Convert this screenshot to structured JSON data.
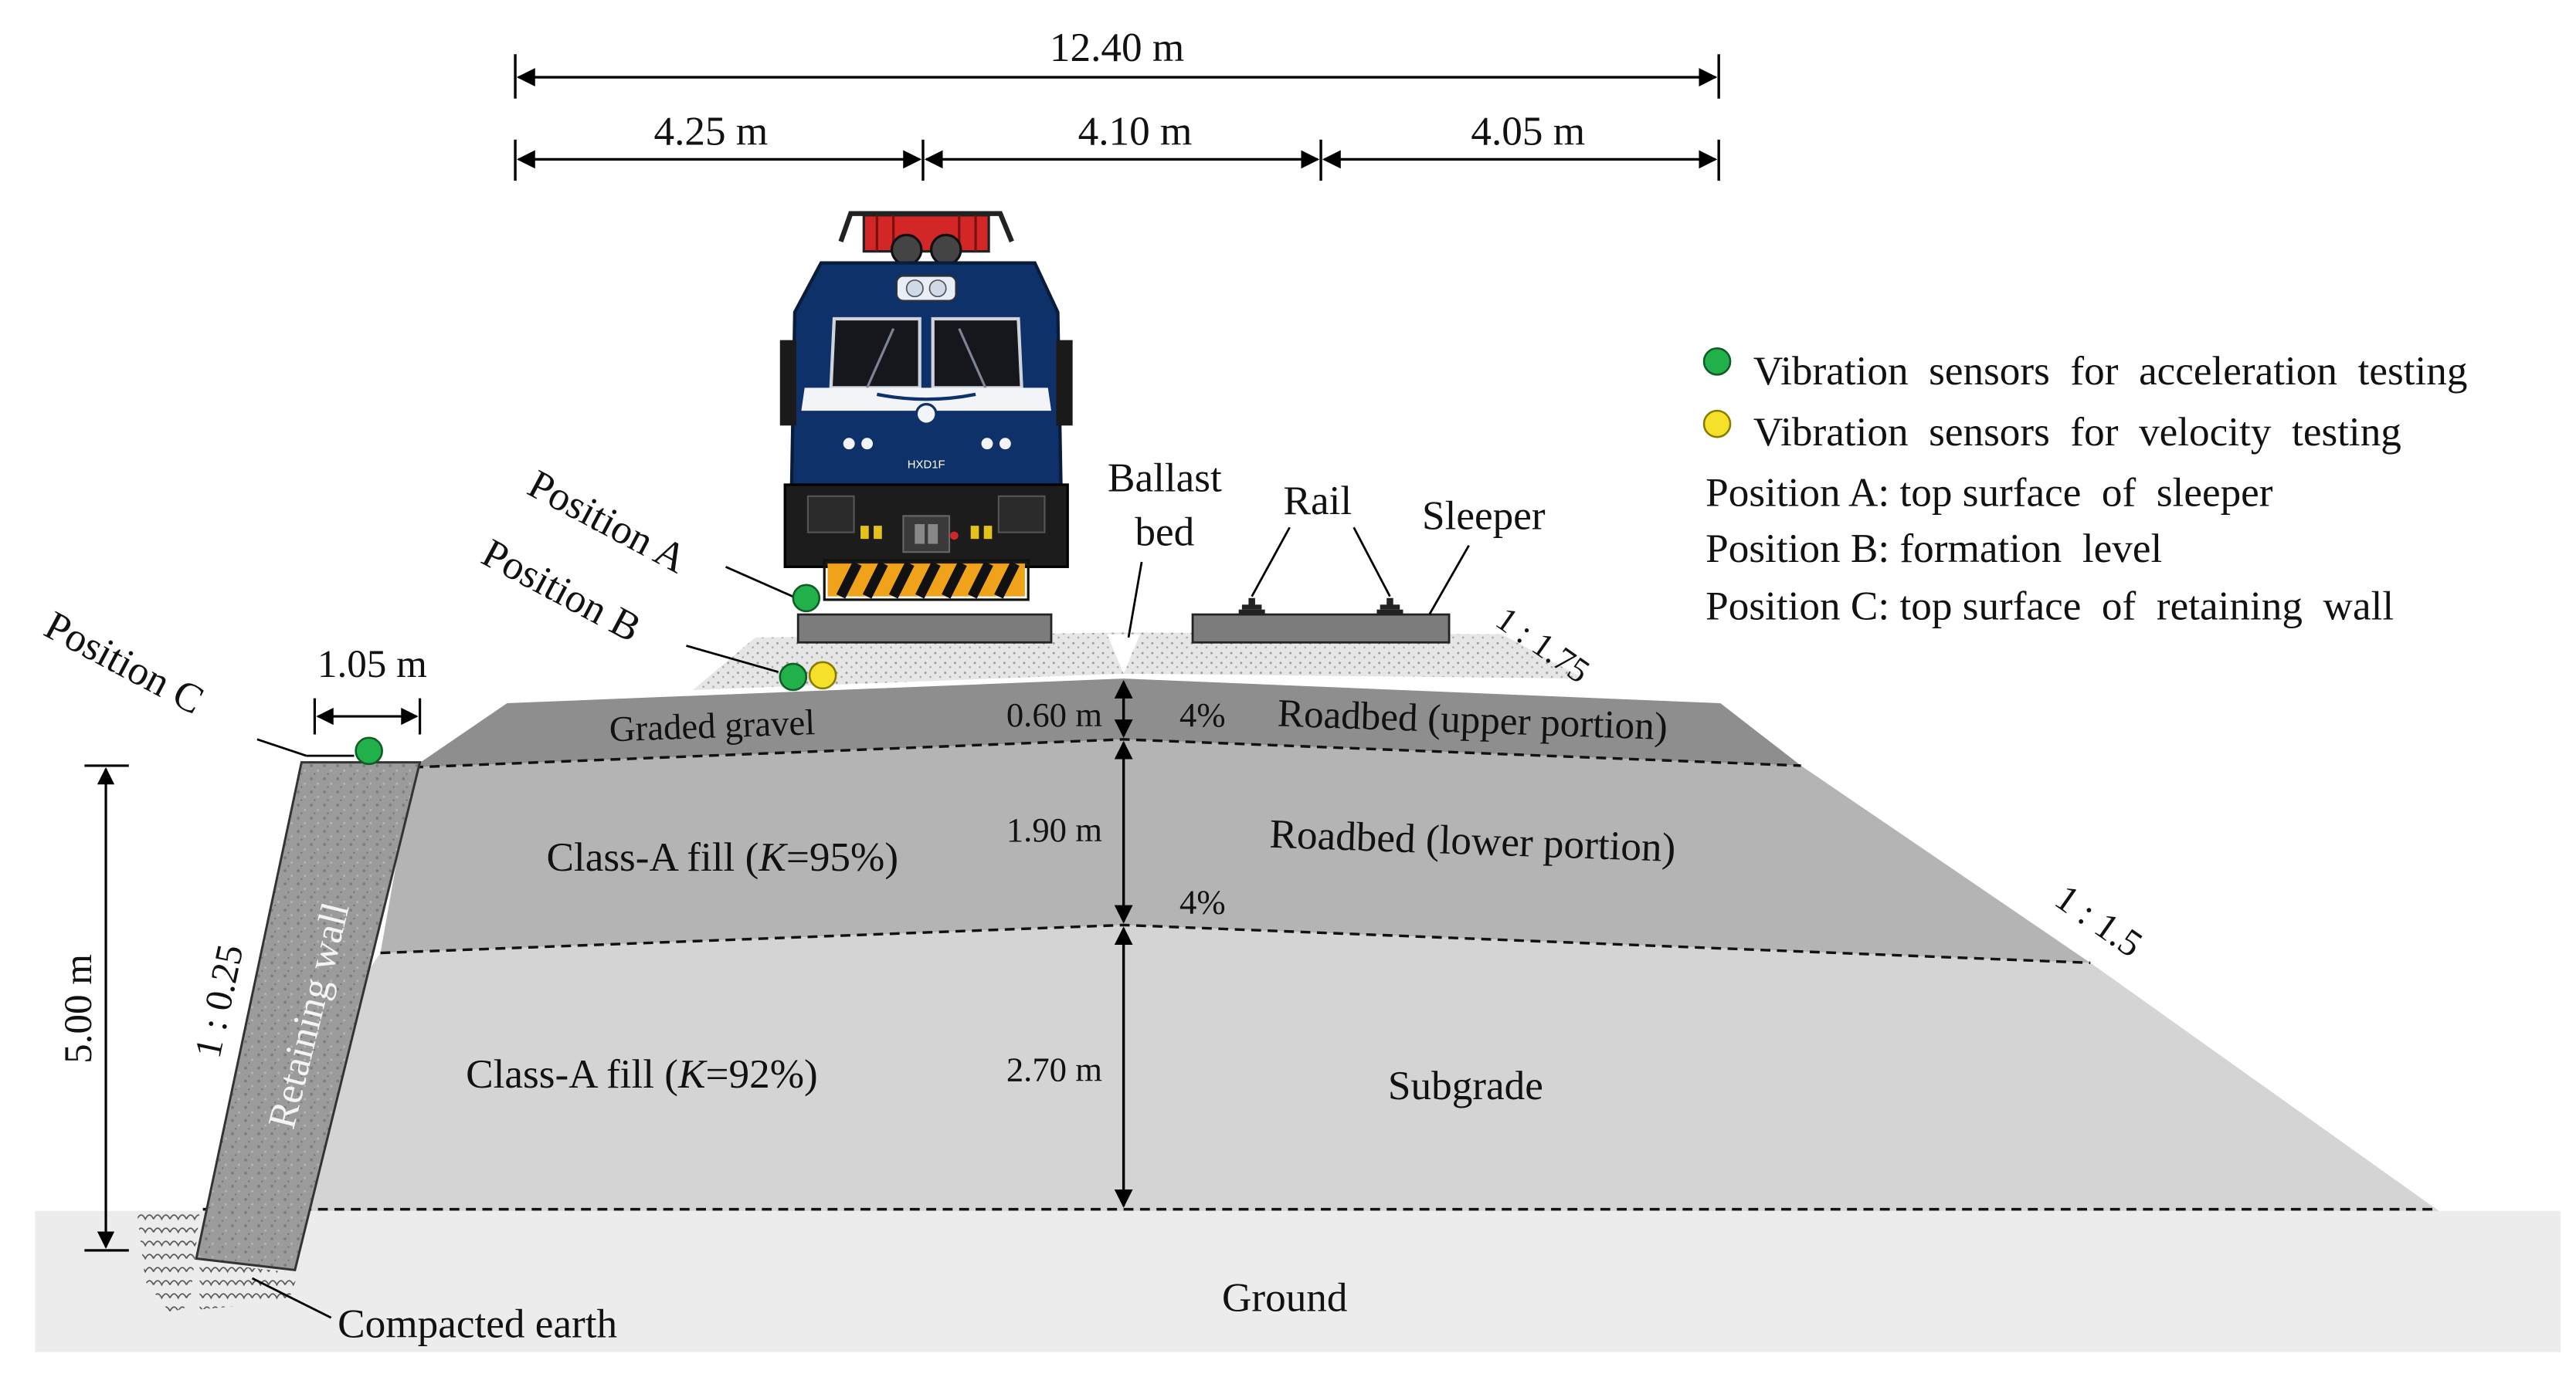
{
  "dimensions": {
    "total": "12.40 m",
    "left": "4.25 m",
    "middle": "4.10 m",
    "right": "4.05 m",
    "wall_top": "1.05 m",
    "wall_height": "5.00 m",
    "graded_gravel": "0.60 m",
    "roadbed_lower": "1.90 m",
    "subgrade": "2.70 m"
  },
  "slopes": {
    "ballast": "1 : 1.75",
    "embankment": "1 : 1.5",
    "wall": "1 : 0.25",
    "crossfall_upper": "4%",
    "crossfall_lower": "4%"
  },
  "layers": {
    "graded_gravel": "Graded gravel",
    "roadbed_upper": "Roadbed (upper portion)",
    "class_a_95_prefix": "Class-A fill (",
    "class_a_95_k": "K",
    "class_a_95_suffix": "=95%)",
    "roadbed_lower": "Roadbed (lower portion)",
    "class_a_92_prefix": "Class-A fill (",
    "class_a_92_k": "K",
    "class_a_92_suffix": "=92%)",
    "subgrade": "Subgrade",
    "ground": "Ground",
    "compacted_earth": "Compacted earth",
    "retaining_wall": "Retaining wall"
  },
  "track": {
    "ballast_line1": "Ballast",
    "ballast_line2": "bed",
    "rail": "Rail",
    "sleeper": "Sleeper",
    "locomotive_plate": "HXD1F"
  },
  "positions": {
    "a": "Position A",
    "b": "Position B",
    "c": "Position C"
  },
  "legend": {
    "acceleration": "Vibration  sensors  for  acceleration  testing",
    "velocity": "Vibration  sensors  for  velocity  testing",
    "pos_a": "Position A: top surface  of  sleeper",
    "pos_b": "Position B: formation  level",
    "pos_c": "Position C: top surface  of  retaining  wall"
  },
  "colors": {
    "acceleration_sensor": "#22b04a",
    "velocity_sensor": "#f5e02a",
    "graded_gravel_layer": "#8e8e8e",
    "roadbed_lower_layer": "#b4b4b4",
    "subgrade_layer": "#d4d4d4",
    "ground": "#ececec",
    "locomotive_body": "#0f3169"
  }
}
